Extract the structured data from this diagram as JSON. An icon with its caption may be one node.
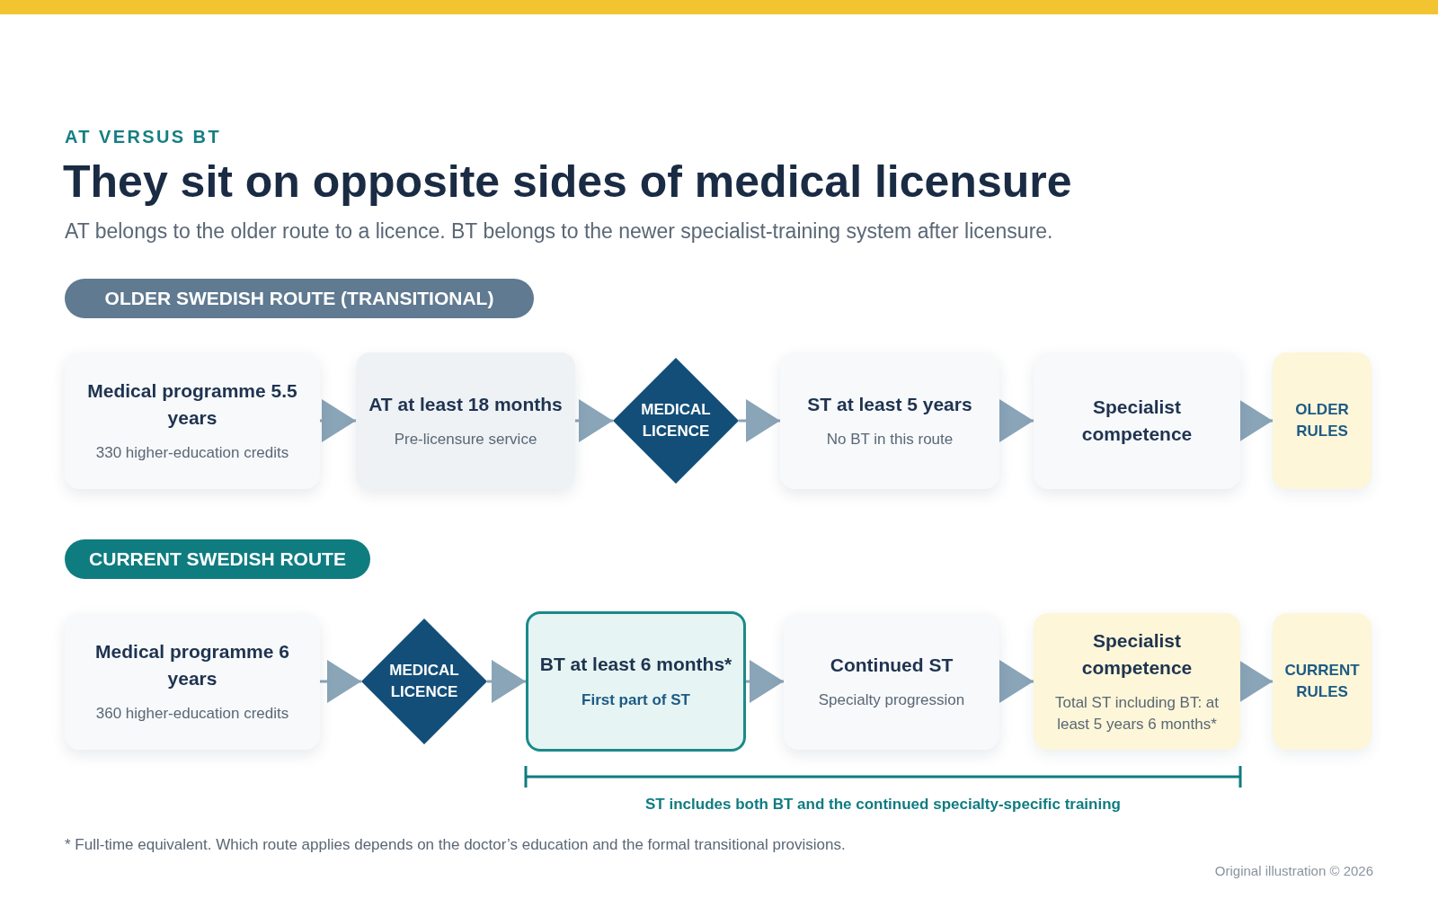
{
  "diagram": {
    "title": "They sit on opposite sides of medical licensure",
    "nodes": [
      {
        "text": [
          "OLDER SWEDISH ROUTE (TRANSITIONAL)"
        ]
      },
      {
        "text": [
          "Medical programme 5.5 years",
          "330 higher-education credits"
        ]
      },
      {
        "text": [
          "AT at least 18 months",
          "Pre-licensure service"
        ]
      },
      {
        "text": [
          "MEDICAL LICENCE"
        ]
      },
      {
        "text": [
          "ST at least 5 years",
          "No BT in this route"
        ]
      },
      {
        "text": [
          "Specialist competence"
        ]
      },
      {
        "text": [
          "OLDER RULES"
        ]
      },
      {
        "text": [
          "CURRENT SWEDISH ROUTE"
        ]
      },
      {
        "text": [
          "Medical programme 6 years",
          "360 higher-education credits"
        ]
      },
      {
        "text": [
          "MEDICAL LICENCE"
        ]
      },
      {
        "text": [
          "BT at least 6 months*",
          "First part of ST"
        ]
      },
      {
        "text": [
          "Continued ST",
          "Specialty progression"
        ]
      },
      {
        "text": [
          "Specialist competence",
          "Total ST including BT: at least 5 years 6 months*"
        ]
      },
      {
        "text": [
          "CURRENT RULES"
        ]
      }
    ],
    "edges": [
      {
        "from": 1,
        "to": 2,
        "arrow": "to"
      },
      {
        "from": 2,
        "to": 3,
        "arrow": "to"
      },
      {
        "from": 3,
        "to": 4,
        "arrow": "to"
      },
      {
        "from": 4,
        "to": 5,
        "arrow": "to"
      },
      {
        "from": 5,
        "to": 6,
        "arrow": "to"
      },
      {
        "from": 8,
        "to": 9,
        "arrow": "to"
      },
      {
        "from": 9,
        "to": 10,
        "arrow": "to"
      },
      {
        "from": 10,
        "to": 11,
        "arrow": "to"
      },
      {
        "from": 11,
        "to": 12,
        "arrow": "to"
      },
      {
        "from": 12,
        "to": 13,
        "arrow": "to"
      }
    ],
    "labels": [
      "AT VERSUS BT",
      "AT belongs to the older route to a licence. BT belongs to the newer specialist-training system after licensure.",
      "ST includes both BT and the continued specialty-specific training",
      "* Full-time equivalent. Which route applies depends on the doctor’s education and the formal transitional provisions.",
      "Original illustration © 2026"
    ]
  }
}
